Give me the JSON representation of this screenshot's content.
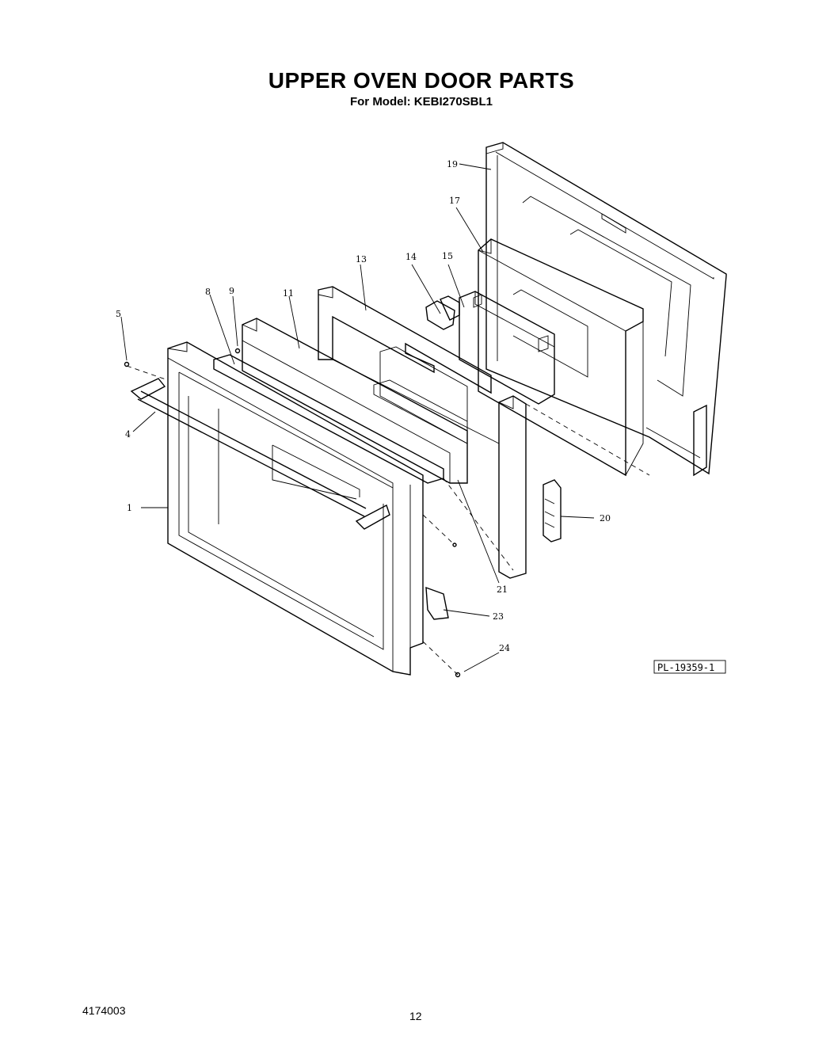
{
  "header": {
    "title": "UPPER OVEN DOOR PARTS",
    "subtitle": "For Model: KEBI270SBL1"
  },
  "diagram": {
    "callouts": [
      "1",
      "4",
      "5",
      "8",
      "9",
      "11",
      "13",
      "14",
      "15",
      "17",
      "19",
      "20",
      "21",
      "23",
      "24"
    ],
    "reference": "PL-19359-1"
  },
  "footer": {
    "doc_number": "4174003",
    "page": "12"
  }
}
